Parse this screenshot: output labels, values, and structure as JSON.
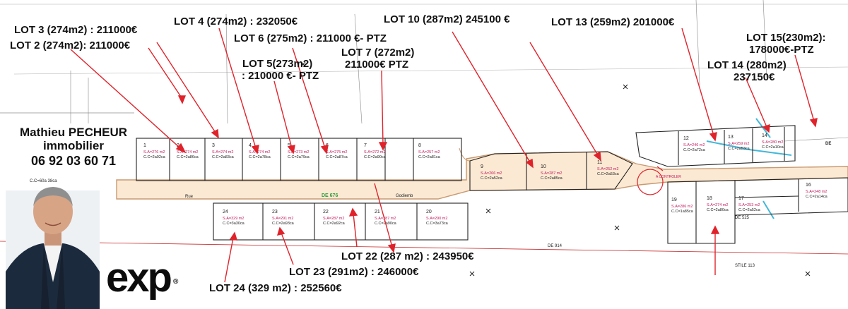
{
  "agent": {
    "name": "Mathieu PECHEUR",
    "title": "immobilier",
    "phone": "06 92 03 60 71",
    "brand": "exp"
  },
  "lot_labels": [
    "LOT 3 (274m2) : 211000€",
    "LOT 2 (274m2): 211000€",
    "LOT 4 (274m2) : 232050€",
    "LOT 6 (275m2) : 211000 €- PTZ",
    "LOT 5(273m2)",
    ": 210000 €- PTZ",
    "LOT 7 (272m2)",
    "211000€ PTZ",
    "LOT 10 (287m2) 245100 €",
    "LOT 13 (259m2) 201000€",
    "LOT 15(230m2):",
    "178000€-PTZ",
    "LOT 14 (280m2)",
    "237150€",
    "LOT 22 (287 m2) : 243950€",
    "LOT 23 (291m2) : 246000€",
    "LOT 24 (329 m2) : 252560€"
  ],
  "plan": {
    "road_label": "DE 676",
    "road_name_left": "Rue",
    "road_name_right": "Godiemb",
    "parcel_ref_bottom": "DE 914",
    "parcel_ref_right": "DE 525",
    "lot_top_right": "DE",
    "controller_label": "A CONTROLER",
    "stile_label": "STILE 113",
    "left_parcel": "C.C=60a 38ca",
    "lots_top": [
      {
        "num": "1",
        "sa": "S.A=276 m2",
        "cc": "C.C=2a92ca"
      },
      {
        "num": "2",
        "sa": "S.A=274 m2",
        "cc": "C.C=2a86ca"
      },
      {
        "num": "3",
        "sa": "S.A=274 m2",
        "cc": "C.C=2a83ca"
      },
      {
        "num": "4",
        "sa": "S.A=274 m2",
        "cc": "C.C=2a78ca"
      },
      {
        "num": "5",
        "sa": "S.A=273 m2",
        "cc": "C.C=2a79ca"
      },
      {
        "num": "6",
        "sa": "S.A=275 m2",
        "cc": "C.C=2a87ca"
      },
      {
        "num": "7",
        "sa": "S.A=272 m2",
        "cc": "C.C=2a90ca"
      },
      {
        "num": "8",
        "sa": "S.A=257 m2",
        "cc": "C.C=2a81ca"
      }
    ],
    "lots_mid": [
      {
        "num": "9",
        "sa": "S.A=266 m2",
        "cc": "C.C=2a52ca"
      },
      {
        "num": "10",
        "sa": "S.A=287 m2",
        "cc": "C.C=2a85ca"
      },
      {
        "num": "11",
        "sa": "S.A=252 m2",
        "cc": "C.C=2a53ca"
      }
    ],
    "lots_right_top": [
      {
        "num": "12",
        "sa": "S.A=246 m2",
        "cc": "C.C=2a72ca"
      },
      {
        "num": "13",
        "sa": "S.A=259 m2",
        "cc": "C.C=2a53ca"
      },
      {
        "num": "14",
        "sa": "S.A=280 m2",
        "cc": "C.C=2a10ca"
      }
    ],
    "lots_right_bottom": [
      {
        "num": "16",
        "sa": "S.A=248 m2",
        "cc": "C.C=2a14ca"
      },
      {
        "num": "17",
        "sa": "S.A=253 m2",
        "cc": "C.C=2a52ca"
      },
      {
        "num": "18",
        "sa": "S.A=274 m2",
        "cc": "C.C=2a80ca"
      },
      {
        "num": "19",
        "sa": "S.A=286 m2",
        "cc": "C.C=1a85ca"
      }
    ],
    "lots_bottom": [
      {
        "num": "24",
        "sa": "S.A=329 m2",
        "cc": "C.C=3a30ca"
      },
      {
        "num": "23",
        "sa": "S.A=291 m2",
        "cc": "C.C=2a93ca"
      },
      {
        "num": "22",
        "sa": "S.A=287 m2",
        "cc": "C.C=2a92ca"
      },
      {
        "num": "21",
        "sa": "S.A=287 m2",
        "cc": "C.C=2a90ca"
      },
      {
        "num": "20",
        "sa": "S.A=290 m2",
        "cc": "C.C=3a73ca"
      }
    ]
  },
  "colors": {
    "arrow": "#e0232b",
    "lot_text": "#c2185b",
    "road_green": "#2e9e3a",
    "plan_lines": "#222222",
    "road_fill": "#fbe9d3",
    "road_edge": "#c89a72",
    "water": "#43b7d9"
  }
}
